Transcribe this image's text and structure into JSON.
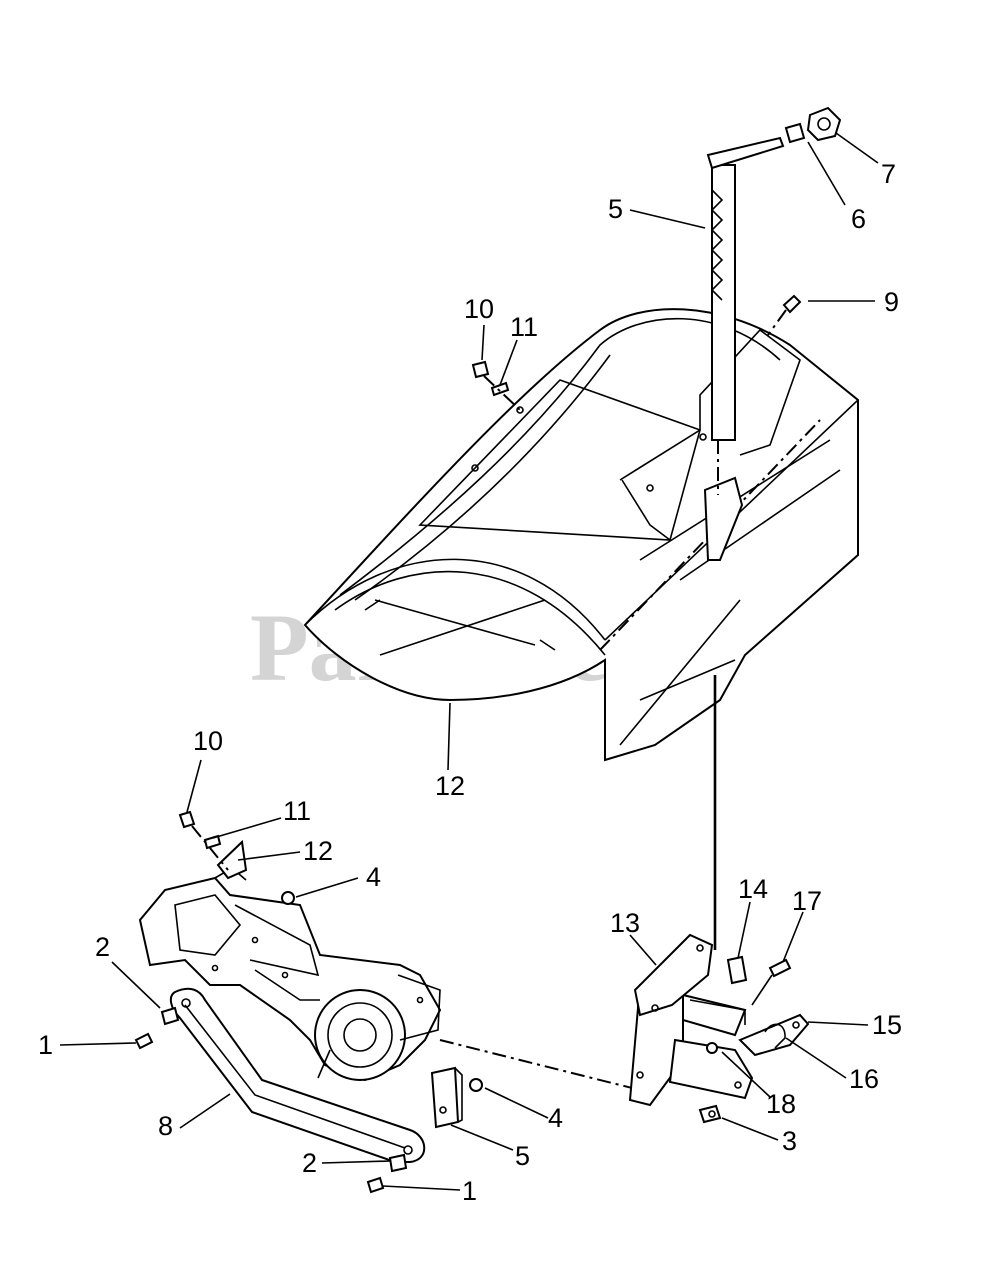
{
  "watermark": "PartsTree",
  "callouts": [
    {
      "id": "c-7-top",
      "text": "7"
    },
    {
      "id": "c-6-top",
      "text": "6"
    },
    {
      "id": "c-5-top",
      "text": "5"
    },
    {
      "id": "c-9-top",
      "text": "9"
    },
    {
      "id": "c-10-top",
      "text": "10"
    },
    {
      "id": "c-11-top",
      "text": "11"
    },
    {
      "id": "c-12-top",
      "text": "12"
    },
    {
      "id": "c-10-low",
      "text": "10"
    },
    {
      "id": "c-11-low",
      "text": "11"
    },
    {
      "id": "c-12-low",
      "text": "12"
    },
    {
      "id": "c-4-a",
      "text": "4"
    },
    {
      "id": "c-2-a",
      "text": "2"
    },
    {
      "id": "c-1-a",
      "text": "1"
    },
    {
      "id": "c-8",
      "text": "8"
    },
    {
      "id": "c-4-b",
      "text": "4"
    },
    {
      "id": "c-5-b",
      "text": "5"
    },
    {
      "id": "c-2-b",
      "text": "2"
    },
    {
      "id": "c-1-b",
      "text": "1"
    },
    {
      "id": "c-13",
      "text": "13"
    },
    {
      "id": "c-14",
      "text": "14"
    },
    {
      "id": "c-17",
      "text": "17"
    },
    {
      "id": "c-15",
      "text": "15"
    },
    {
      "id": "c-16",
      "text": "16"
    },
    {
      "id": "c-18",
      "text": "18"
    },
    {
      "id": "c-3",
      "text": "3"
    }
  ]
}
